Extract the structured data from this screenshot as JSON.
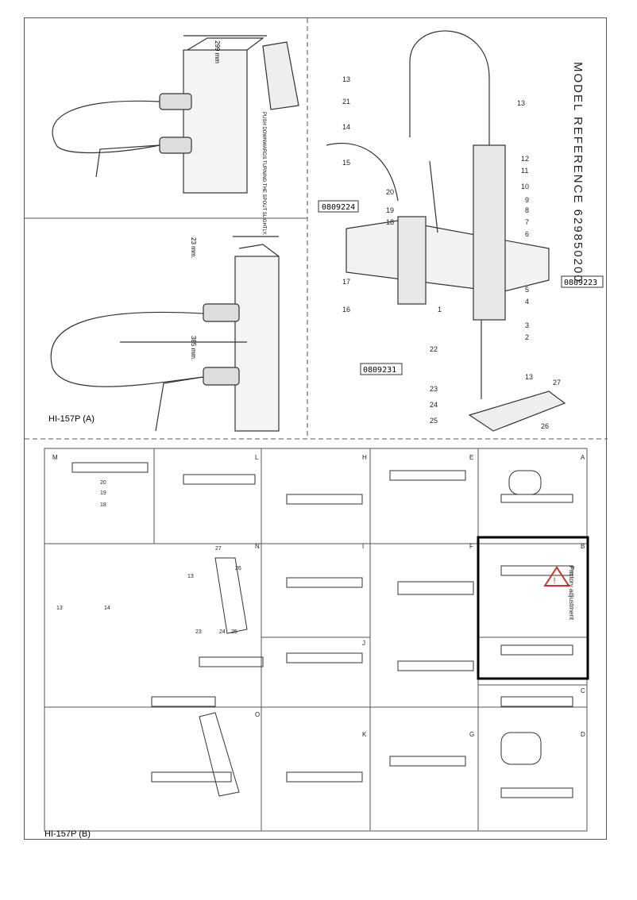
{
  "model_reference": "MODEL REFERENCE 629850200",
  "top_left": {
    "dimension_top": "299 mm",
    "instruction": "PUSH DOWNWARDS TURNING THE SPOUT SLIGHTLY.",
    "dimension_side": "23 mm.",
    "dimension_length": "385 mm.",
    "variant_a": "HI-157P (A)"
  },
  "exploded": {
    "part_numbers": [
      "1",
      "2",
      "3",
      "4",
      "5",
      "6",
      "7",
      "8",
      "9",
      "10",
      "11",
      "12",
      "13",
      "13",
      "13",
      "14",
      "15",
      "16",
      "17",
      "18",
      "19",
      "20",
      "21",
      "22",
      "23",
      "24",
      "25",
      "26",
      "27"
    ],
    "code_boxes": [
      "0809224",
      "0809223",
      "0809231"
    ]
  },
  "panels": {
    "letters": [
      "A",
      "B",
      "C",
      "D",
      "E",
      "F",
      "G",
      "H",
      "I",
      "J",
      "K",
      "L",
      "M",
      "N",
      "O"
    ],
    "factory_label": "Factory adjustment",
    "n_parts": [
      "13",
      "14",
      "13",
      "23",
      "24",
      "25",
      "26",
      "27"
    ],
    "m_parts": [
      "18",
      "19",
      "20"
    ],
    "variant_b": "HI-157P (B)"
  },
  "colors": {
    "line": "#333333",
    "highlight": "#000000",
    "warning": "#c0392b"
  }
}
